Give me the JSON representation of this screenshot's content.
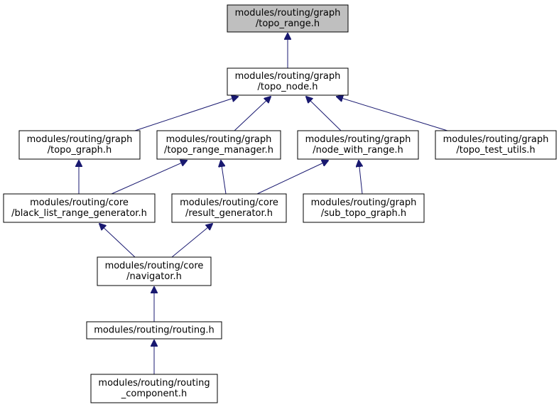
{
  "colors": {
    "node_border": "#000000",
    "node_fill": "#ffffff",
    "root_fill": "#bfbfbf",
    "edge": "#191970",
    "text": "#000000"
  },
  "nodes": [
    {
      "id": "topo_range",
      "lines": [
        "modules/routing/graph",
        "/topo_range.h"
      ],
      "highlight": true
    },
    {
      "id": "topo_node",
      "lines": [
        "modules/routing/graph",
        "/topo_node.h"
      ]
    },
    {
      "id": "topo_graph",
      "lines": [
        "modules/routing/graph",
        "/topo_graph.h"
      ]
    },
    {
      "id": "topo_range_manager",
      "lines": [
        "modules/routing/graph",
        "/topo_range_manager.h"
      ]
    },
    {
      "id": "node_with_range",
      "lines": [
        "modules/routing/graph",
        "/node_with_range.h"
      ]
    },
    {
      "id": "topo_test_utils",
      "lines": [
        "modules/routing/graph",
        "/topo_test_utils.h"
      ]
    },
    {
      "id": "black_list_range_generator",
      "lines": [
        "modules/routing/core",
        "/black_list_range_generator.h"
      ]
    },
    {
      "id": "result_generator",
      "lines": [
        "modules/routing/core",
        "/result_generator.h"
      ]
    },
    {
      "id": "sub_topo_graph",
      "lines": [
        "modules/routing/graph",
        "/sub_topo_graph.h"
      ]
    },
    {
      "id": "navigator",
      "lines": [
        "modules/routing/core",
        "/navigator.h"
      ]
    },
    {
      "id": "routing",
      "lines": [
        "modules/routing/routing.h"
      ]
    },
    {
      "id": "routing_component",
      "lines": [
        "modules/routing/routing",
        "_component.h"
      ]
    }
  ],
  "edges": [
    {
      "from": "topo_node",
      "to": "topo_range"
    },
    {
      "from": "topo_graph",
      "to": "topo_node"
    },
    {
      "from": "topo_range_manager",
      "to": "topo_node"
    },
    {
      "from": "node_with_range",
      "to": "topo_node"
    },
    {
      "from": "topo_test_utils",
      "to": "topo_node"
    },
    {
      "from": "black_list_range_generator",
      "to": "topo_graph"
    },
    {
      "from": "black_list_range_generator",
      "to": "topo_range_manager"
    },
    {
      "from": "result_generator",
      "to": "topo_range_manager"
    },
    {
      "from": "result_generator",
      "to": "node_with_range"
    },
    {
      "from": "sub_topo_graph",
      "to": "node_with_range"
    },
    {
      "from": "navigator",
      "to": "black_list_range_generator"
    },
    {
      "from": "navigator",
      "to": "result_generator"
    },
    {
      "from": "routing",
      "to": "navigator"
    },
    {
      "from": "routing_component",
      "to": "routing"
    }
  ]
}
